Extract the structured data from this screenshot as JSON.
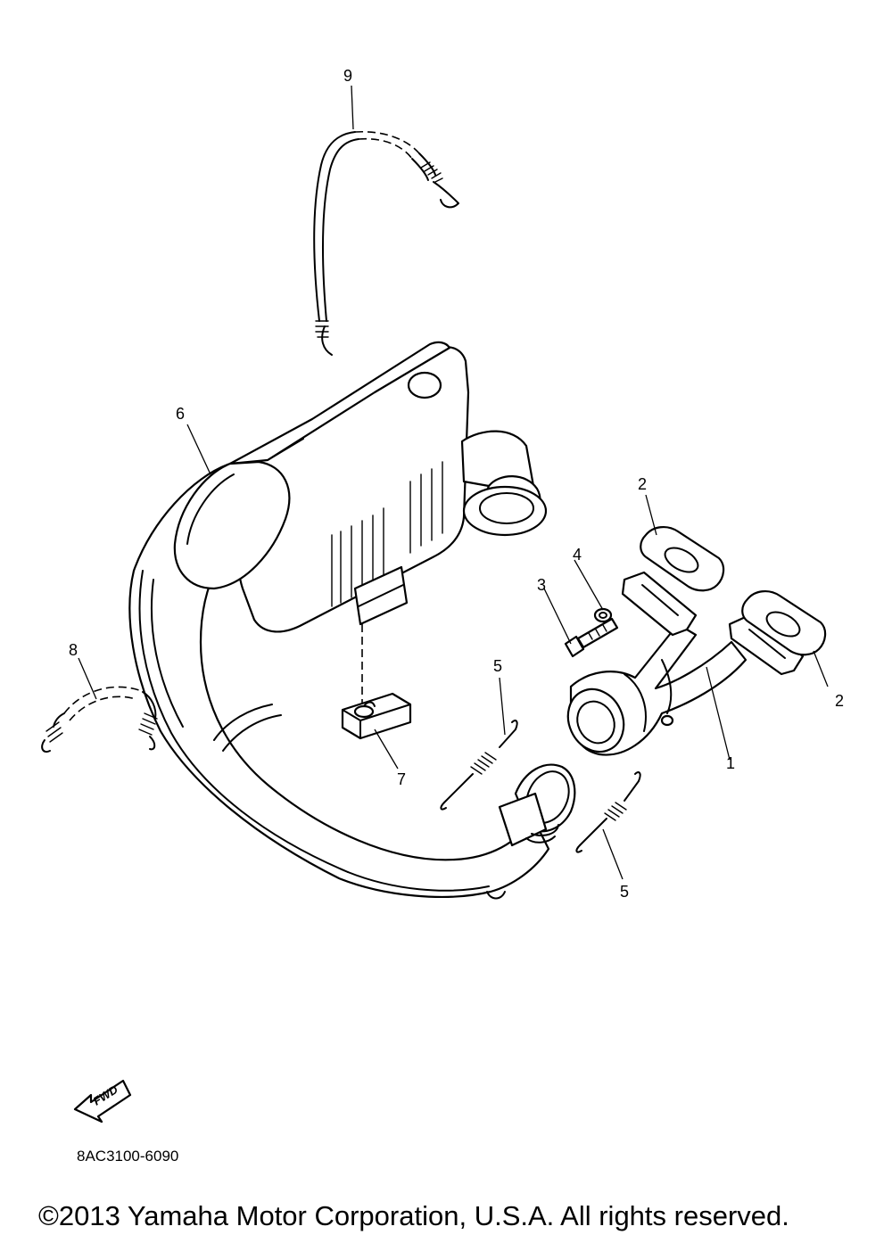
{
  "callouts": {
    "c1": "1",
    "c2a": "2",
    "c2b": "2",
    "c3": "3",
    "c4": "4",
    "c5a": "5",
    "c5b": "5",
    "c6": "6",
    "c7": "7",
    "c8": "8",
    "c9": "9"
  },
  "fwd_label": "FWD",
  "diagram_code": "8AC3100-6090",
  "copyright": "©2013 Yamaha Motor Corporation, U.S.A. All rights reserved.",
  "icons": {
    "fwd": "fwd-arrow-icon"
  }
}
